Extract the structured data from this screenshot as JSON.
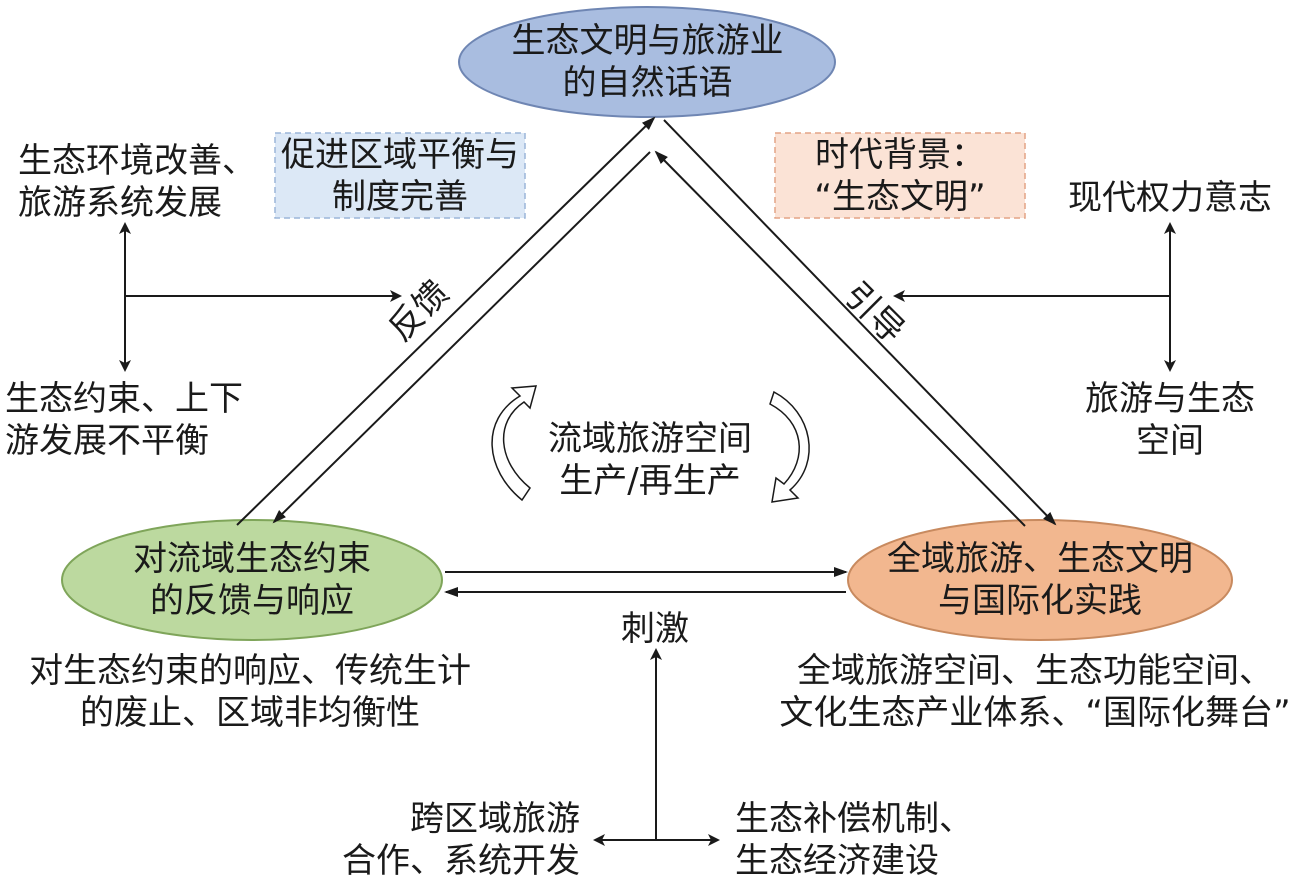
{
  "nodes": {
    "top": {
      "line1": "生态文明与旅游业",
      "line2": "的自然话语",
      "color": "#a9bde0"
    },
    "left": {
      "line1": "对流域生态约束",
      "line2": "的反馈与响应",
      "color": "#bcd99f"
    },
    "right": {
      "line1": "全域旅游、生态文明",
      "line2": "与国际化实践",
      "color": "#f2b78f"
    }
  },
  "boxes": {
    "blue": {
      "line1": "促进区域平衡与",
      "line2": "制度完善",
      "color": "#dce8f6"
    },
    "orange": {
      "line1": "时代背景：",
      "line2": "“生态文明”",
      "color": "#fbe3d6"
    }
  },
  "labels": {
    "top_left_1": "生态环境改善、",
    "top_left_2": "旅游系统发展",
    "mid_left_1": "生态约束、上下",
    "mid_left_2": "游发展不平衡",
    "top_right": "现代权力意志",
    "mid_right_1": "旅游与生态",
    "mid_right_2": "空间",
    "feedback": "反馈",
    "guide": "引导",
    "center_1": "流域旅游空间",
    "center_2": "生产/再生产",
    "stimulus": "刺激",
    "under_left_1": "对生态约束的响应、传统生计",
    "under_left_2": "的废止、区域非均衡性",
    "under_right_1": "全域旅游空间、生态功能空间、",
    "under_right_2": "文化生态产业体系、“国际化舞台”",
    "bottom_left_1": "跨区域旅游",
    "bottom_left_2": "合作、系统开发",
    "bottom_right_1": "生态补偿机制、",
    "bottom_right_2": "生态经济建设"
  }
}
